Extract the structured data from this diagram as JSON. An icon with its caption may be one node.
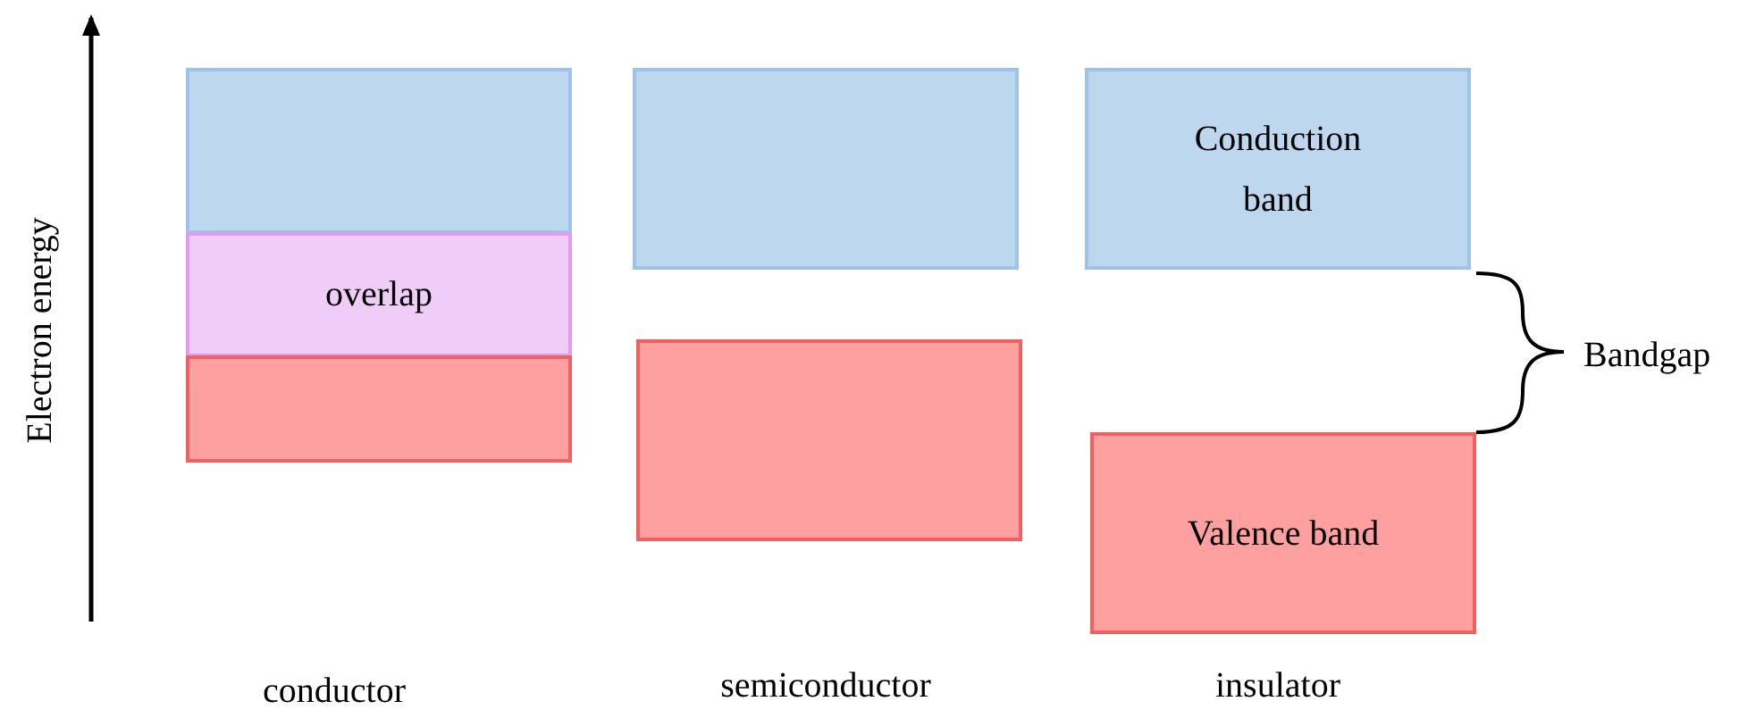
{
  "diagram": {
    "nodes": [
      {
        "text": [],
        "shape": "box"
      },
      {
        "text": [
          "overlap"
        ]
      },
      {
        "text": [],
        "shape": "box"
      },
      {
        "text": [],
        "shape": "box"
      },
      {
        "text": [],
        "shape": "box"
      },
      {
        "text": [
          "Conduction band"
        ]
      },
      {
        "text": [
          "Valence band"
        ]
      }
    ],
    "labels": [
      "Electron energy",
      "conductor",
      "semiconductor",
      "insulator",
      "Bandgap"
    ]
  }
}
